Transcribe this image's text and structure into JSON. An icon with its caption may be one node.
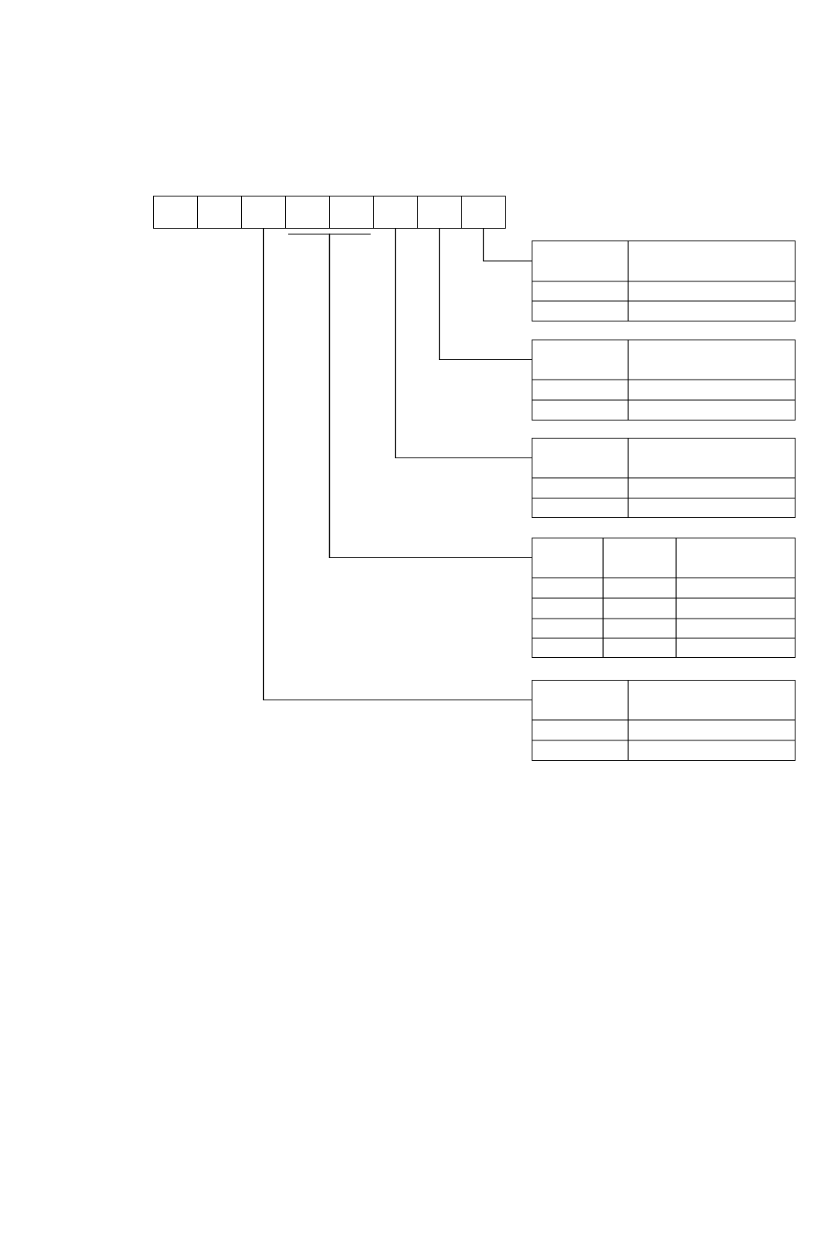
{
  "diagram": {
    "nodes": [
      {
        "text": [],
        "shape": "box"
      },
      {
        "text": [],
        "shape": "box"
      },
      {
        "text": [],
        "shape": "box"
      },
      {
        "text": [],
        "shape": "box"
      },
      {
        "text": [],
        "shape": "box"
      },
      {
        "text": [],
        "shape": "box"
      },
      {
        "text": [],
        "shape": "box"
      },
      {
        "text": [],
        "shape": "box"
      },
      {
        "text": [],
        "shape": "table"
      },
      {
        "text": [],
        "shape": "table"
      },
      {
        "text": [],
        "shape": "table"
      },
      {
        "text": [],
        "shape": "table"
      },
      {
        "text": [],
        "shape": "table"
      }
    ],
    "edges": [
      {
        "from": 7,
        "to": 8,
        "arrow": "none"
      },
      {
        "from": 6,
        "to": 9,
        "arrow": "none"
      },
      {
        "from": 5,
        "to": 10,
        "arrow": "none"
      },
      {
        "from": 3,
        "to": 11,
        "arrow": "none"
      },
      {
        "from": 4,
        "to": 11,
        "arrow": "none"
      },
      {
        "from": 2,
        "to": 12,
        "arrow": "none"
      }
    ]
  }
}
